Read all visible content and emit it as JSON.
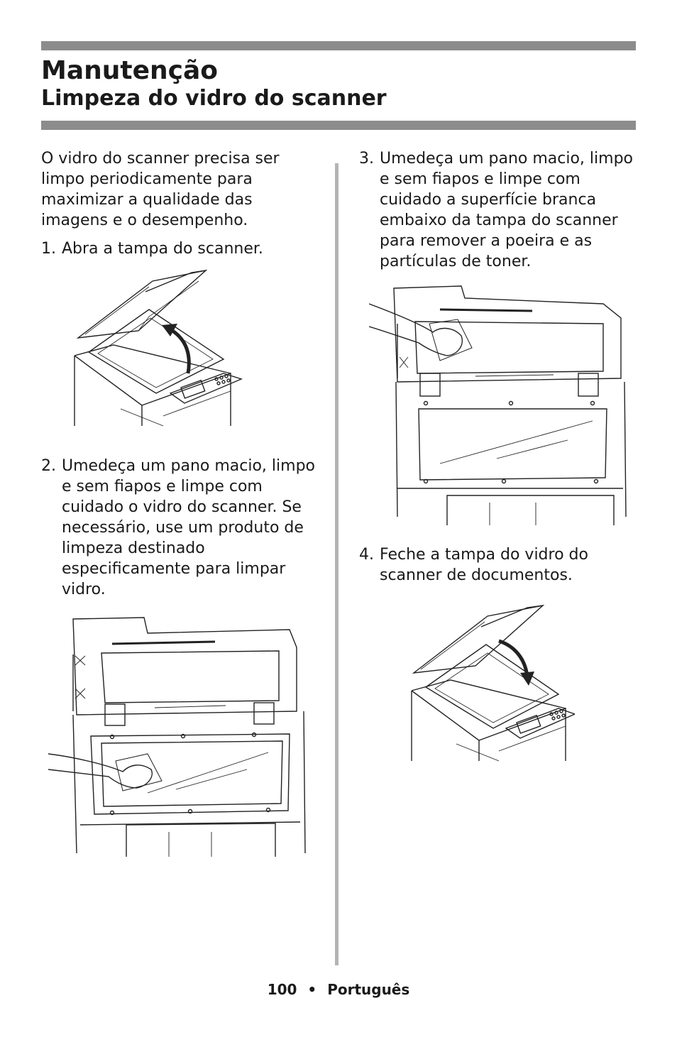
{
  "header": {
    "title": "Manutenção",
    "subtitle": "Limpeza do vidro do scanner"
  },
  "intro": "O vidro do scanner precisa ser limpo periodicamente para maximizar a qualidade das imagens e o desempenho.",
  "steps": [
    {
      "num": "1.",
      "text": "Abra a tampa do scanner."
    },
    {
      "num": "2.",
      "text": "Umedeça um pano macio, limpo e sem fiapos e limpe com cuidado o vidro do scanner. Se necessário, use um produto de limpeza destinado especificamente para limpar vidro."
    },
    {
      "num": "3.",
      "text": "Umedeça um pano macio, limpo e sem fiapos e limpe com cuidado a superfície branca embaixo da tampa do scanner para remover a poeira e as partículas de toner."
    },
    {
      "num": "4.",
      "text": "Feche a tampa do vidro do scanner de documentos."
    }
  ],
  "footer": {
    "page": "100",
    "bullet": "•",
    "language": "Português"
  }
}
